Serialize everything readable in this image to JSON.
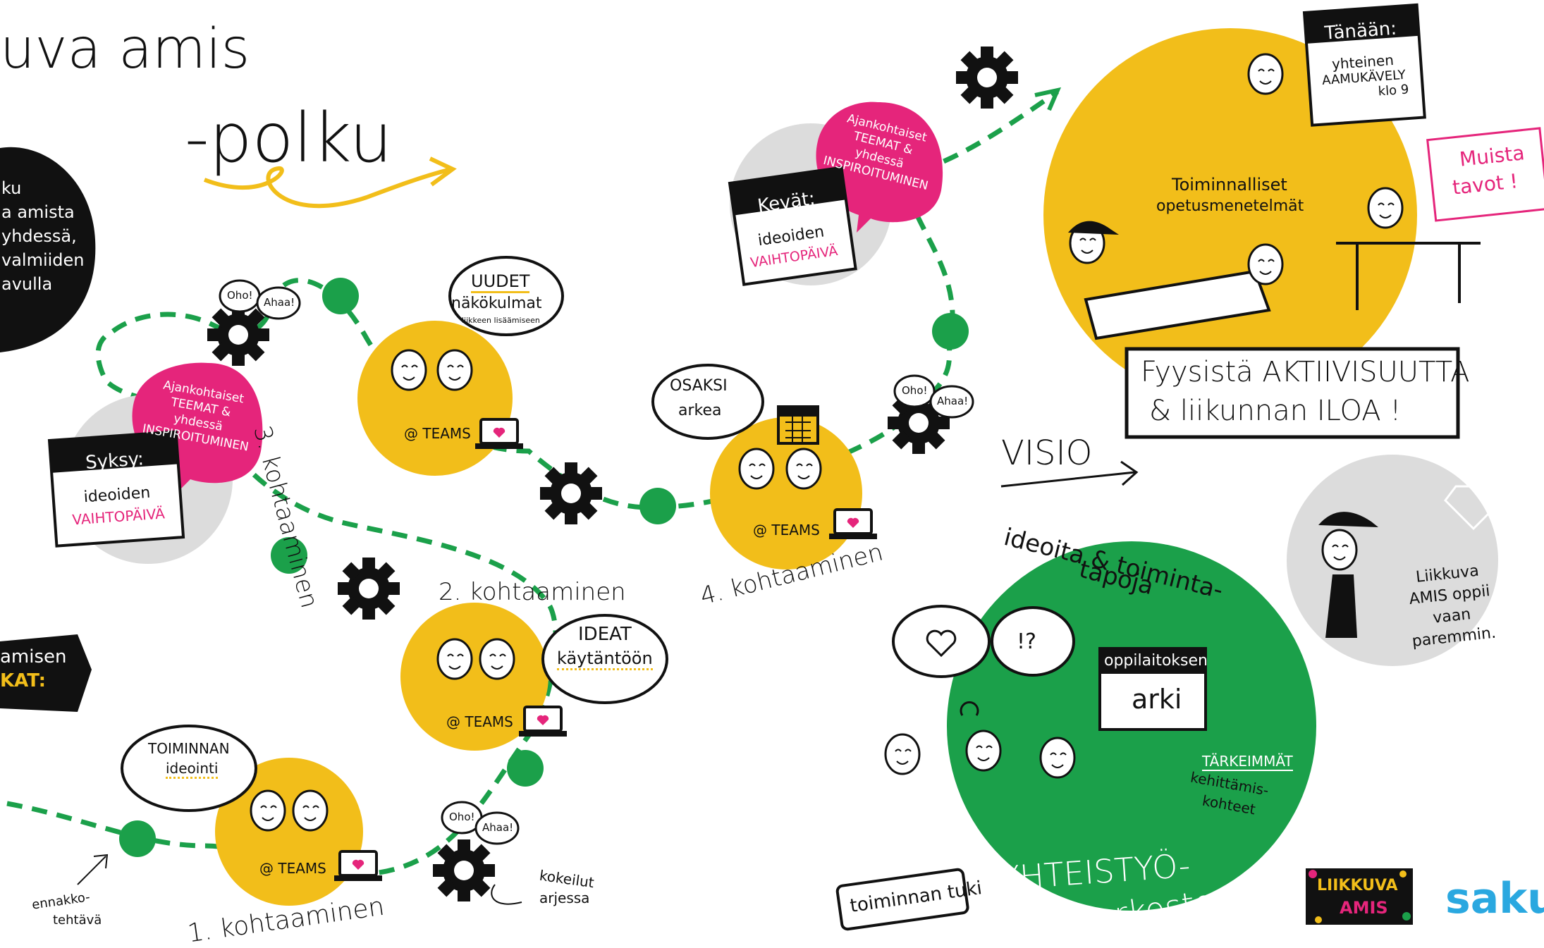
{
  "title": {
    "line1": "uva amis",
    "line2": "-polku"
  },
  "left_blob": {
    "lines": [
      "ku",
      "a amista",
      "yhdessä,",
      "valmiiden",
      "avulla"
    ]
  },
  "left_tag": {
    "line1": "amisen",
    "line2": "KAT:"
  },
  "autumn": {
    "season": "Syksy:",
    "card_line1": "ideoiden",
    "card_line2": "VAIHTOPÄIVÄ",
    "bubble_lines": [
      "Ajankohtaiset",
      "TEEMAT &",
      "yhdessä",
      "INSPIROITUMINEN"
    ]
  },
  "spring": {
    "season": "Kevät:",
    "card_line1": "ideoiden",
    "card_line2": "VAIHTOPÄIVÄ",
    "bubble_lines": [
      "Ajankohtaiset",
      "TEEMAT &",
      "yhdessä",
      "INSPIROITUMINEN"
    ]
  },
  "reactions": {
    "oho": "Oho!",
    "ahaa": "Ahaa!"
  },
  "meetings": {
    "teams": "@ TEAMS",
    "m1": {
      "label": "1. kohtaaminen",
      "bubble1": "TOIMINNAN",
      "bubble2": "ideointi"
    },
    "m2": {
      "label": "2. kohtaaminen",
      "bubble1": "IDEAT",
      "bubble2": "käytäntöön"
    },
    "m3": {
      "label": "3. kohtaaminen",
      "bubble1": "UUDET",
      "bubble2": "näkökulmat",
      "bubble3": "liikkeen lisäämiseen"
    },
    "m4": {
      "label": "4. kohtaaminen",
      "bubble1": "OSAKSI",
      "bubble2": "arkea"
    }
  },
  "annotations": {
    "pre_task_1": "ennakko-",
    "pre_task_2": "tehtävä",
    "trials_1": "kokeilut",
    "trials_2": "arjessa"
  },
  "vision": {
    "label": "VISIO",
    "today_header": "Tänään:",
    "today_lines": [
      "yhteinen",
      "AAMUKÄVELY",
      "klo 9"
    ],
    "methods_1": "Toiminnalliset",
    "methods_2": "opetusmenetelmät",
    "remember_1": "Muista",
    "remember_2": "tavot !",
    "banner_1": "Fyysistä AKTIIVISUUTTA",
    "banner_2": "& liikunnan ILOA !"
  },
  "network": {
    "ideas_1": "ideoita & toiminta-",
    "ideas_2": "tapoja",
    "school_header": "oppilaitoksen",
    "school_body": "arki",
    "dev_1": "TÄRKEIMMÄT",
    "dev_2": "kehittämis-",
    "dev_3": "kohteet",
    "support": "toiminnan tuki",
    "coop_1": "YHTEISTYÖ-",
    "coop_2": "verkosto",
    "question": "!?"
  },
  "diamond_circle": {
    "lines": [
      "Liikkuva",
      "AMIS oppii",
      "vaan",
      "paremmin."
    ]
  },
  "logos": {
    "la_1": "LIIKKUVA",
    "la_2": "AMIS",
    "saku": "saku"
  },
  "colors": {
    "yellow": "#F2BE1A",
    "green": "#1BA04A",
    "pink": "#E5257B",
    "grey": "#DCDCDC",
    "black": "#111111"
  }
}
